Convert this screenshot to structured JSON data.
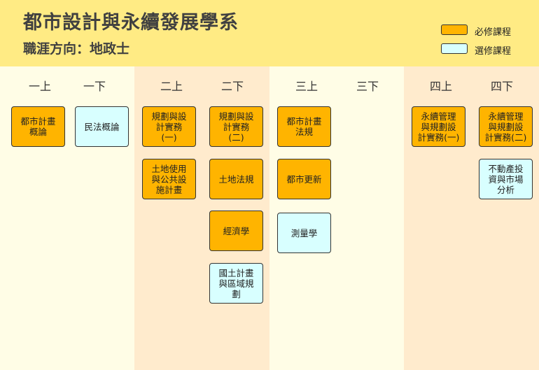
{
  "header": {
    "title": "都市設計與永續發展學系",
    "subtitle": "職涯方向：地政士"
  },
  "legend": [
    {
      "label": "必修課程",
      "color": "#ffb400"
    },
    {
      "label": "選修課程",
      "color": "#d8ffff"
    }
  ],
  "colors": {
    "required": "#ffb400",
    "elective": "#d8ffff",
    "header": "#ffeb84",
    "band_light": "#fffde6",
    "band_dark": "#ffebcd"
  },
  "semesters": [
    "一上",
    "一下",
    "二上",
    "二下",
    "三上",
    "三下",
    "四上",
    "四下"
  ],
  "courses": [
    {
      "name": "都市計畫\n概論",
      "semester": "一上",
      "type": "required"
    },
    {
      "name": "民法概論",
      "semester": "一下",
      "type": "elective"
    },
    {
      "name": "規劃與設\n計實務\n(一)",
      "semester": "二上",
      "type": "required"
    },
    {
      "name": "土地使用\n與公共設\n施計畫",
      "semester": "二上",
      "type": "required"
    },
    {
      "name": "規劃與設\n計實務\n(二)",
      "semester": "二下",
      "type": "required"
    },
    {
      "name": "土地法規",
      "semester": "二下",
      "type": "required"
    },
    {
      "name": "經濟學",
      "semester": "二下",
      "type": "required"
    },
    {
      "name": "國土計畫\n與區域規\n劃",
      "semester": "二下",
      "type": "elective"
    },
    {
      "name": "都市計畫\n法規",
      "semester": "三上",
      "type": "required"
    },
    {
      "name": "都市更新",
      "semester": "三上",
      "type": "required"
    },
    {
      "name": "測量學",
      "semester": "三上",
      "type": "elective"
    },
    {
      "name": "永續管理\n與規劃設\n計實務(一)",
      "semester": "四上",
      "type": "required"
    },
    {
      "name": "永續管理\n與規劃設\n計實務(二)",
      "semester": "四下",
      "type": "required"
    },
    {
      "name": "不動產投\n資與市場\n分析",
      "semester": "四下",
      "type": "elective"
    }
  ]
}
